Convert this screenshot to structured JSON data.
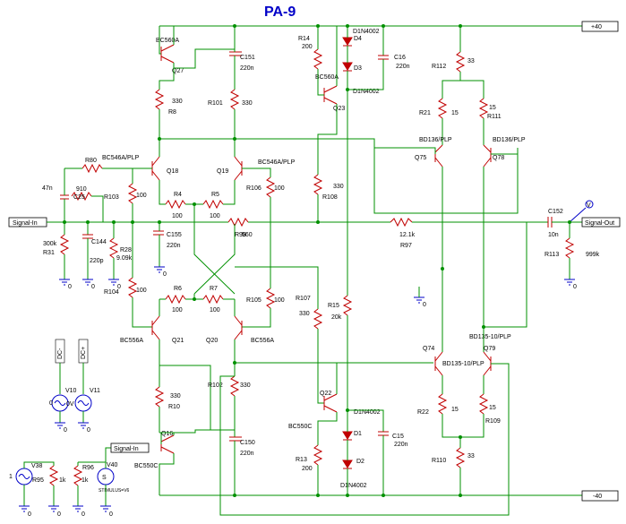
{
  "title": "PA-9",
  "ports": {
    "pos_rail": "+40",
    "neg_rail": "-40",
    "signal_in": "Signal-In",
    "signal_out": "Signal-Out",
    "signal_in_2": "Signal-In",
    "probe": "V"
  },
  "components": {
    "q27": {
      "ref": "Q27",
      "type": "BC560A"
    },
    "q23": {
      "ref": "Q23",
      "type": "BC560A"
    },
    "q18": {
      "ref": "Q18",
      "type": "BC546A/PLP"
    },
    "q19": {
      "ref": "Q19",
      "type": "BC546A/PLP"
    },
    "q75": {
      "ref": "Q75",
      "type": "BD136/PLP"
    },
    "q78": {
      "ref": "Q78",
      "type": "BD136/PLP"
    },
    "q21": {
      "ref": "Q21",
      "type": "BC556A"
    },
    "q20": {
      "ref": "Q20",
      "type": "BC556A"
    },
    "q74": {
      "ref": "Q74",
      "type": "BD135-10/PLP"
    },
    "q79": {
      "ref": "Q79",
      "type": "BD135-10/PLP"
    },
    "q22": {
      "ref": "Q22",
      "type": "BC550C"
    },
    "q16": {
      "ref": "Q16",
      "type": "BC550C"
    },
    "c151": {
      "ref": "C151",
      "value": "220n"
    },
    "c16": {
      "ref": "C16",
      "value": "220n"
    },
    "c25": {
      "ref": "C25",
      "value": "47n"
    },
    "c144": {
      "ref": "C144",
      "value": "220p"
    },
    "c155": {
      "ref": "C155",
      "value": "220n"
    },
    "c152": {
      "ref": "C152",
      "value": "10n"
    },
    "c15": {
      "ref": "C15",
      "value": "220n"
    },
    "c150": {
      "ref": "C150",
      "value": "220n"
    },
    "d4": {
      "ref": "D4",
      "type": "D1N4002"
    },
    "d3": {
      "ref": "D3",
      "type": "D1N4002"
    },
    "d1": {
      "ref": "D1",
      "type": "D1N4002"
    },
    "d2": {
      "ref": "D2",
      "type": "D1N4002"
    },
    "r14": {
      "ref": "R14",
      "value": "200"
    },
    "r8": {
      "ref": "R8",
      "value": "330"
    },
    "r101": {
      "ref": "R101",
      "value": "330"
    },
    "r112": {
      "ref": "R112",
      "value": "33"
    },
    "r21": {
      "ref": "R21",
      "value": "15"
    },
    "r111": {
      "ref": "R111",
      "value": "15"
    },
    "r80": {
      "ref": "R80",
      "value": ""
    },
    "r103": {
      "ref": "R103",
      "value": "100"
    },
    "r4": {
      "ref": "R4",
      "value": "100"
    },
    "r5": {
      "ref": "R5",
      "value": "100"
    },
    "r106": {
      "ref": "R106",
      "value": "100"
    },
    "r108": {
      "ref": "R108",
      "value": "330"
    },
    "r98": {
      "ref": "R98",
      "value": "560"
    },
    "r97": {
      "ref": "R97",
      "value": "12.1k"
    },
    "r31": {
      "ref": "R31",
      "value": "300k"
    },
    "r28": {
      "ref": "R28",
      "value": "9.09k"
    },
    "r113": {
      "ref": "R113",
      "value": "999k"
    },
    "r104": {
      "ref": "R104",
      "value": "100"
    },
    "r6": {
      "ref": "R6",
      "value": "100"
    },
    "r7": {
      "ref": "R7",
      "value": "100"
    },
    "r105": {
      "ref": "R105",
      "value": "100"
    },
    "r107": {
      "ref": "R107",
      "value": "330"
    },
    "r15": {
      "ref": "R15",
      "value": "20k"
    },
    "r10": {
      "ref": "R10",
      "value": "330"
    },
    "r102": {
      "ref": "R102",
      "value": "330"
    },
    "r22": {
      "ref": "R22",
      "value": "15"
    },
    "r109": {
      "ref": "R109",
      "value": "15"
    },
    "r110": {
      "ref": "R110",
      "value": "33"
    },
    "r13": {
      "ref": "R13",
      "value": "200"
    },
    "r95": {
      "ref": "R95",
      "value": "1k"
    },
    "r96": {
      "ref": "R96",
      "value": "1k"
    },
    "v10": {
      "ref": "V10",
      "value": "0V",
      "amp": "0"
    },
    "v11": {
      "ref": "V11",
      "value": "0V",
      "amp": "0"
    },
    "v38": {
      "ref": "V38",
      "amp": "1"
    },
    "v40": {
      "ref": "V40",
      "label": "STIMULUS=V6"
    },
    "rail_tag_pos": "DC+",
    "rail_tag_neg": "DC-",
    "gnd": "0",
    "r910": "910"
  }
}
